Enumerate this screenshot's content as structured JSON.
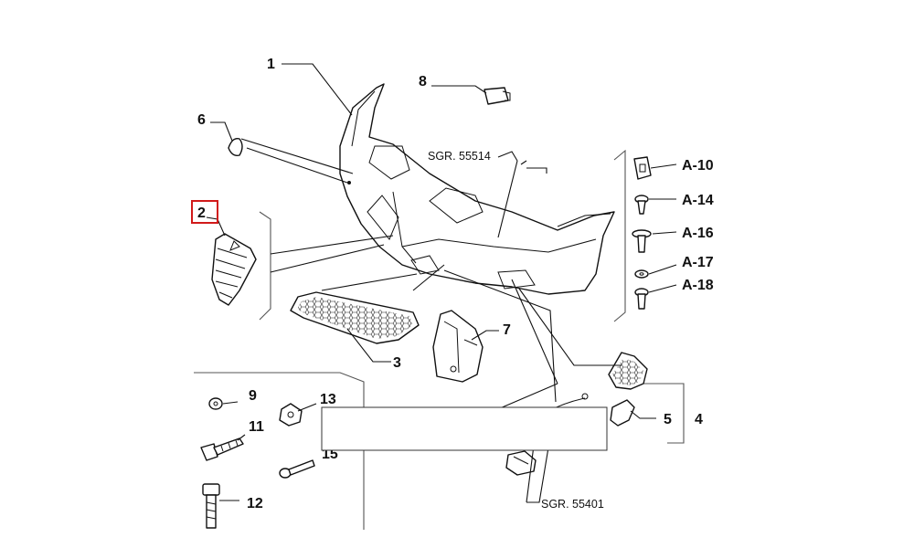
{
  "diagram": {
    "highlight_color": "#d11a1a",
    "highlighted_label": "2",
    "parts": [
      {
        "key": "1",
        "label": "1"
      },
      {
        "key": "2",
        "label": "2"
      },
      {
        "key": "3",
        "label": "3"
      },
      {
        "key": "4",
        "label": "4"
      },
      {
        "key": "5",
        "label": "5"
      },
      {
        "key": "6",
        "label": "6"
      },
      {
        "key": "7",
        "label": "7"
      },
      {
        "key": "8",
        "label": "8"
      },
      {
        "key": "9",
        "label": "9"
      },
      {
        "key": "11",
        "label": "11"
      },
      {
        "key": "12",
        "label": "12"
      },
      {
        "key": "13",
        "label": "13"
      },
      {
        "key": "15",
        "label": "15"
      },
      {
        "key": "A10",
        "label": "A-10"
      },
      {
        "key": "A14",
        "label": "A-14"
      },
      {
        "key": "A16",
        "label": "A-16"
      },
      {
        "key": "A17",
        "label": "A-17"
      },
      {
        "key": "A18",
        "label": "A-18"
      }
    ],
    "references": [
      {
        "key": "sgr1",
        "label": "SGR. 55514"
      },
      {
        "key": "sgr2",
        "label": "SGR. 55401"
      }
    ]
  }
}
